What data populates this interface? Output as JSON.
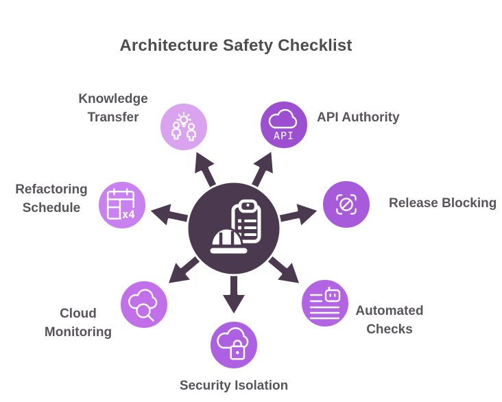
{
  "title": "Architecture Safety Checklist",
  "colors": {
    "background": "#ffffff",
    "title_text": "#4c4c4c",
    "label_text": "#57545c",
    "hub_fill": "#4b3a4f",
    "icon_stroke": "#ffffff"
  },
  "hub": {
    "icon": "hard-hat-clipboard-icon",
    "arrow_count": 7
  },
  "nodes": [
    {
      "id": "knowledge-transfer",
      "label": "Knowledge Transfer",
      "icon": "people-idea-icon",
      "color": "#d9a3ef"
    },
    {
      "id": "api-authority",
      "label": "API Authority",
      "icon": "cloud-api-icon",
      "color": "#9c4fd1",
      "badge": "API"
    },
    {
      "id": "release-blocking",
      "label": "Release Blocking",
      "icon": "blocked-scan-icon",
      "color": "#a75ad9"
    },
    {
      "id": "automated-checks",
      "label": "Automated Checks",
      "icon": "checklist-robot-icon",
      "color": "#b364e3"
    },
    {
      "id": "security-isolation",
      "label": "Security Isolation",
      "icon": "cloud-lock-icon",
      "color": "#ad60e1"
    },
    {
      "id": "cloud-monitoring",
      "label": "Cloud Monitoring",
      "icon": "cloud-search-icon",
      "color": "#c170e9"
    },
    {
      "id": "refactoring-schedule",
      "label": "Refactoring Schedule",
      "icon": "calendar-x4-icon",
      "color": "#c980f1",
      "badge": "x4"
    }
  ]
}
